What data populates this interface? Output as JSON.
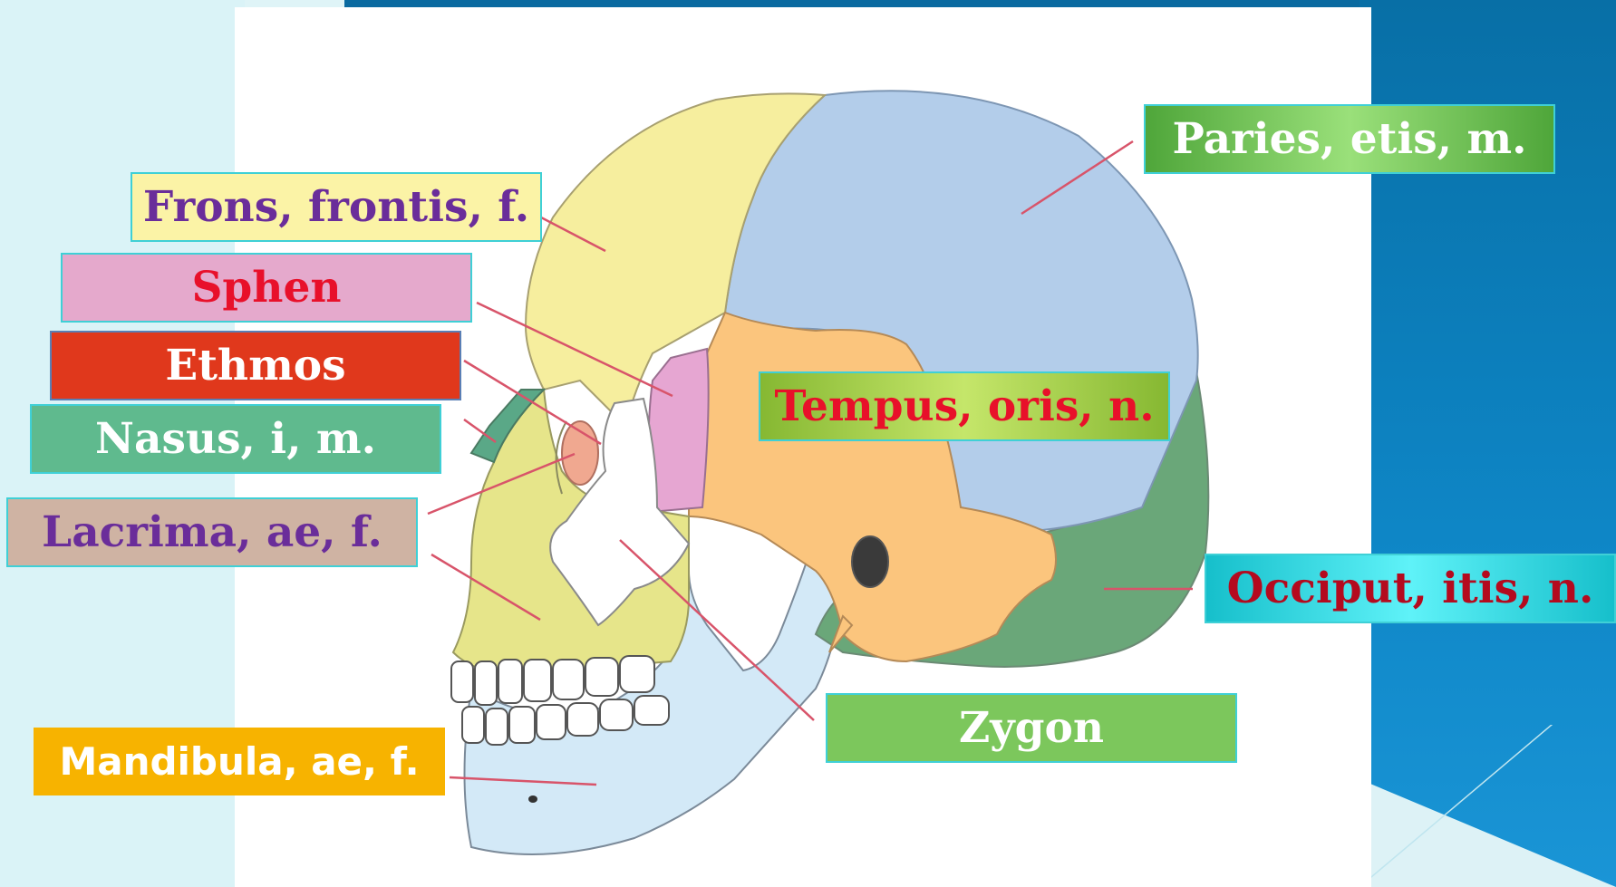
{
  "labels": {
    "frons": {
      "text": "Frons, frontis, f.",
      "bg": "#fbf3a6",
      "color": "#6a2d9a"
    },
    "sphen": {
      "text": "Sphen",
      "bg": "#e5a9cc",
      "color": "#e8102a"
    },
    "ethmos": {
      "text": "Ethmos",
      "bg": "#e0381c",
      "color": "#ffffff"
    },
    "nasus": {
      "text": "Nasus, i, m.",
      "bg": "#5fba8e",
      "color": "#ffffff"
    },
    "lacrima": {
      "text": "Lacrima, ae, f.",
      "bg": "#cfb3a3",
      "color": "#6a2d9a"
    },
    "mandibula": {
      "text": "Mandibula, ae, f.",
      "bg": "#f7b300",
      "color": "#ffffff"
    },
    "paries": {
      "text": "Paries, etis, m.",
      "bg": "#5cb545",
      "color": "#ffffff"
    },
    "tempus": {
      "text": "Tempus, oris, n.",
      "bg": "#9bcc40",
      "color": "#e8102a"
    },
    "occiput": {
      "text": "Occiput, itis, n.",
      "bg": "#26cfd9",
      "color": "#b40a1e"
    },
    "zygon": {
      "text": "Zygon",
      "bg": "#7cc75c",
      "color": "#ffffff"
    }
  },
  "bone_colors": {
    "frontal": "#f6ee9e",
    "parietal": "#b3cdea",
    "temporal": "#fbc57d",
    "sphenoid": "#e6a6d2",
    "zygomatic": "#ffffff",
    "occipital": "#6aa779",
    "maxilla": "#e6e58a",
    "mandible": "#d3e9f7",
    "nasal": "#5aa887",
    "lacrimal": "#f0a890",
    "pointer_line": "#d8546a"
  }
}
